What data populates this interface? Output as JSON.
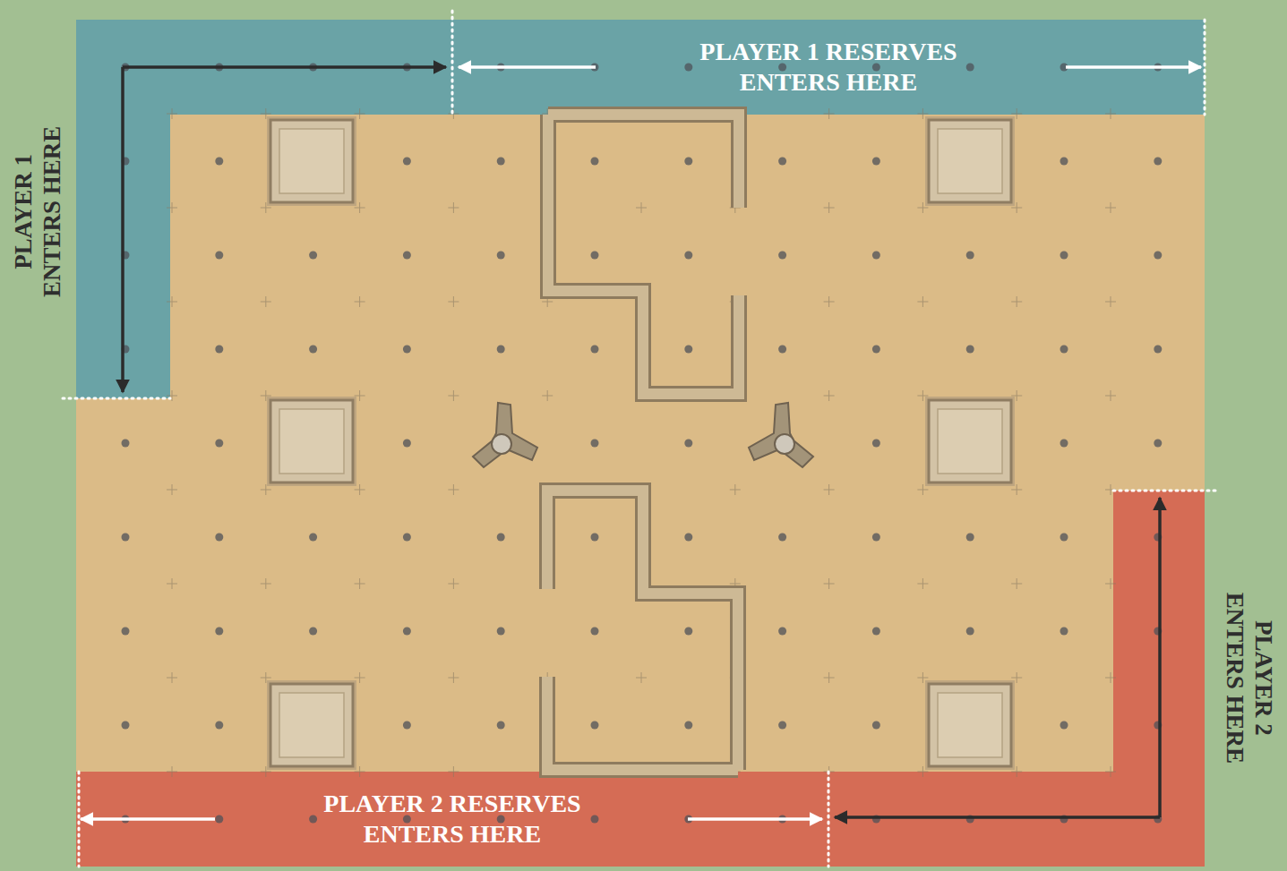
{
  "diagram": {
    "nodes": [
      {
        "text": [
          "PLAYER 1 RESERVES ENTERS HERE"
        ]
      },
      {
        "text": [
          "PLAYER 2 RESERVES ENTERS HERE"
        ]
      }
    ],
    "labels": [
      "PLAYER 1 ENTERS HERE",
      "PLAYER 2 ENTERS HERE"
    ]
  }
}
